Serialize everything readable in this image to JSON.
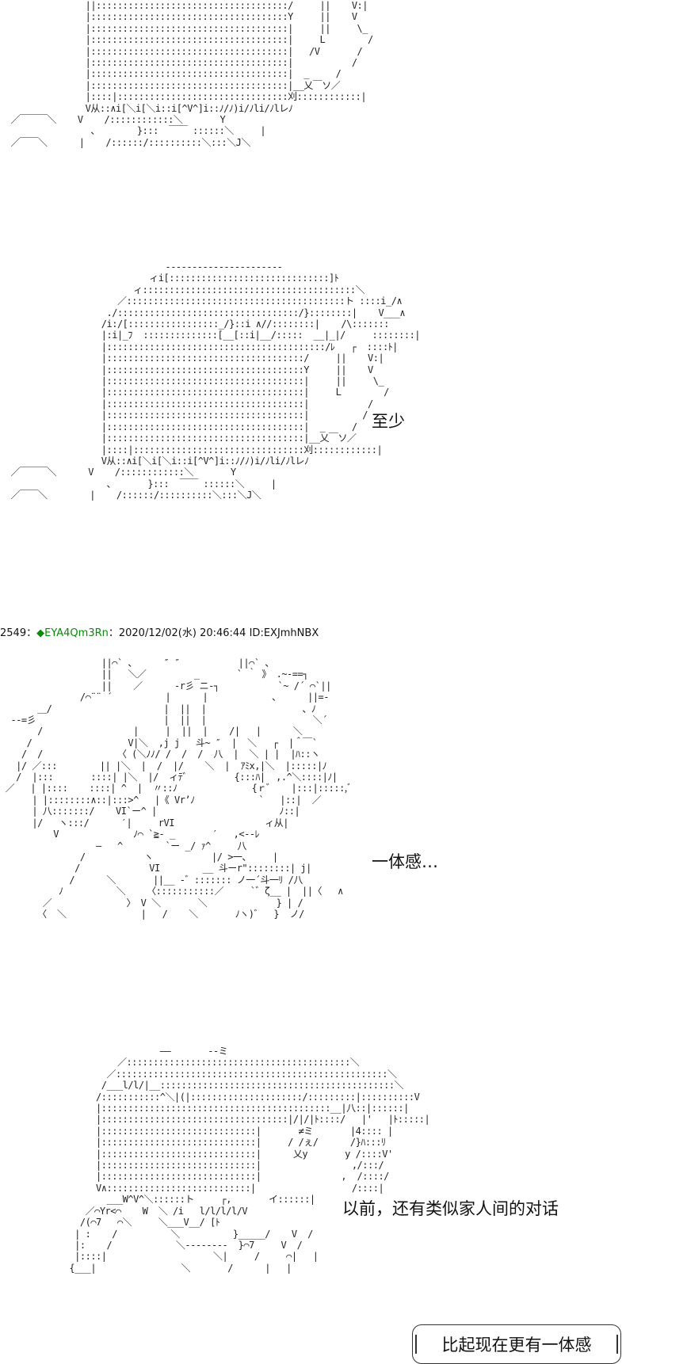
{
  "post": {
    "number": "2549",
    "separator": "：",
    "trip_mark": "◆",
    "trip": "EYA4Qm3Rn",
    "datetime": "：2020/12/02(水) 20:46:44",
    "id": "ID:EXJmhNBX"
  },
  "captions": {
    "c1": "至少",
    "c2": "比起现在更有一体感",
    "c3": "一体感…",
    "c4": "以前，还有类似家人间的对话"
  }
}
